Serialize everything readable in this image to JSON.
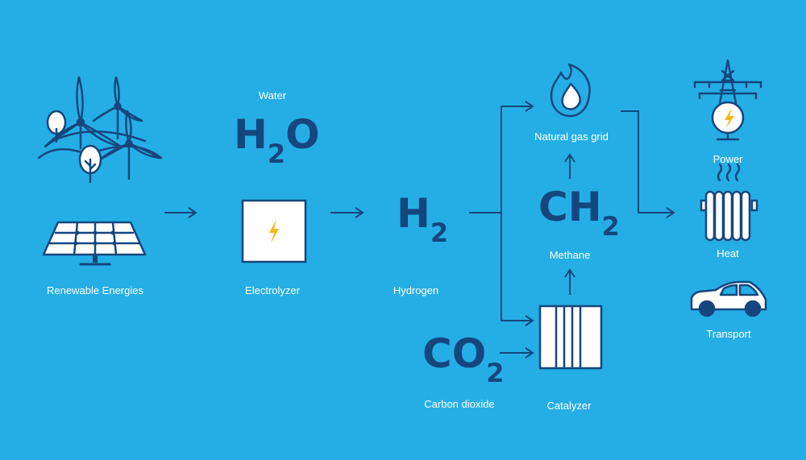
{
  "colors": {
    "background": "#25aee6",
    "dark_blue": "#15467e",
    "white": "#ffffff",
    "bolt_yellow": "#f6b81a"
  },
  "nodes": {
    "renewable": {
      "label": "Renewable Energies",
      "icon": "wind-turbines-and-solar-panel-icon"
    },
    "water": {
      "label": "Water",
      "formula_main": "H",
      "formula_sub": "2",
      "formula_tail": "O"
    },
    "electrolyzer": {
      "label": "Electrolyzer",
      "icon": "electrolyzer-icon"
    },
    "hydrogen": {
      "label": "Hydrogen",
      "formula_main": "H",
      "formula_sub": "2"
    },
    "co2": {
      "label": "Carbon dioxide",
      "formula_main": "CO",
      "formula_sub": "2"
    },
    "catalyzer": {
      "label": "Catalyzer",
      "icon": "catalyzer-icon"
    },
    "methane": {
      "label": "Methane",
      "formula_main": "CH",
      "formula_sub": "2"
    },
    "gas_grid": {
      "label": "Natural gas grid",
      "icon": "flame-icon"
    },
    "power": {
      "label": "Power",
      "icon": "power-pylon-icon"
    },
    "heat": {
      "label": "Heat",
      "icon": "radiator-icon"
    },
    "transport": {
      "label": "Transport",
      "icon": "car-icon"
    }
  }
}
